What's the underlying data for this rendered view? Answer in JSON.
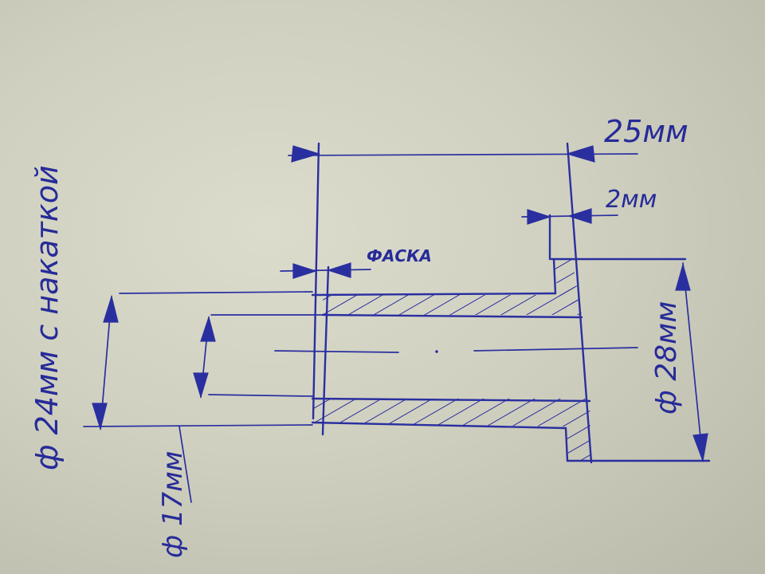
{
  "labels": {
    "length_25": "25мм",
    "flange_2": "2мм",
    "chamfer": "ФАСКА",
    "outer_dia": "ф 24мм с накаткой",
    "inner_dia": "ф 17мм",
    "flange_dia": "ф 28мм"
  },
  "colors": {
    "ink": "#2a2fa0",
    "paper": "#d6d6c6"
  }
}
